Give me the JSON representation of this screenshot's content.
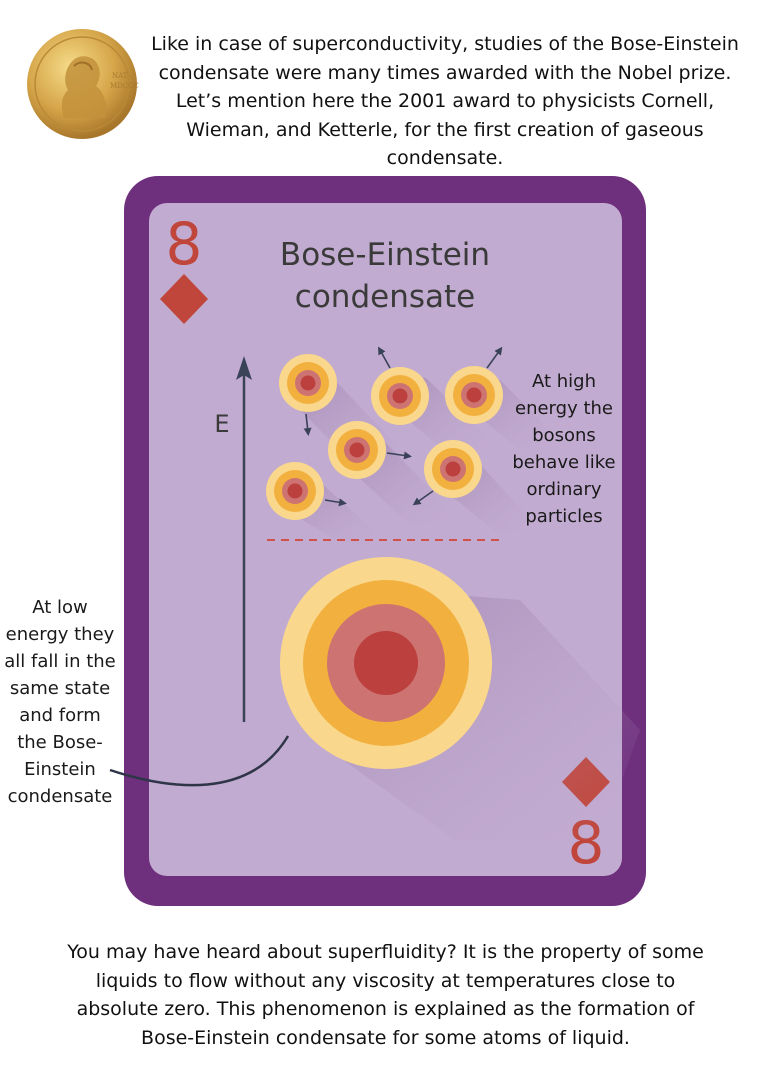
{
  "intro_text": "Like in case of superconductivity, studies of the Bose-Einstein condensate were many times awarded with the Nobel prize. Let’s mention here the 2001 award to physicists Cornell, Wieman, and Ketterle, for the first creation of gaseous condensate.",
  "card": {
    "rank": "8",
    "suit": "diamond",
    "title_line1": "Bose-Einstein",
    "title_line2": "condensate",
    "axis_label": "E",
    "high_energy_label": "At high energy the bosons behave like ordinary particles",
    "low_energy_label": "At low energy they all fall in the same state and form the Bose-Einstein condensate",
    "colors": {
      "border": "#6e2f7d",
      "face": "#c2abd0",
      "suit_red": "#c0453a",
      "title": "#3a3a3a",
      "arrow": "#3a4258",
      "ring_outer": "#f9d78c",
      "ring_mid": "#f2b03f",
      "ring_inner": "#cd7371",
      "core": "#bb403e"
    }
  },
  "outro_text": "You may have heard about superfluidity? It is the property of some liquids to flow without any viscosity at temperatures close to absolute zero. This phenomenon is explained as the formation of Bose-Einstein condensate for some atoms of liquid.",
  "icons": [
    "nobel-medal-icon",
    "diamond-suit-icon",
    "particle-icon",
    "energy-arrow-icon"
  ]
}
